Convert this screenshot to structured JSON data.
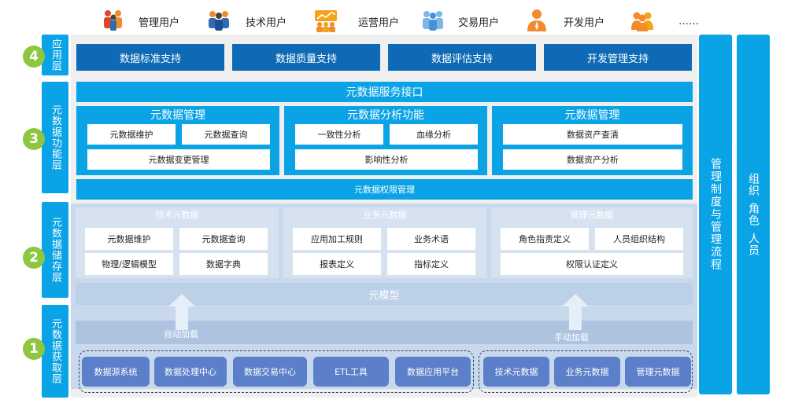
{
  "users": [
    {
      "label": "管理用户",
      "icon": "admin-users-icon"
    },
    {
      "label": "技术用户",
      "icon": "tech-users-icon"
    },
    {
      "label": "运营用户",
      "icon": "operations-users-icon"
    },
    {
      "label": "交易用户",
      "icon": "trading-users-icon"
    },
    {
      "label": "开发用户",
      "icon": "developer-users-icon"
    },
    {
      "label": "",
      "icon": "more-users-icon"
    }
  ],
  "users_more": "……",
  "layers": {
    "app": {
      "num": "4",
      "label": "应用层"
    },
    "func": {
      "num": "3",
      "label": "元数据功能层"
    },
    "store": {
      "num": "2",
      "label": "元数据储存层"
    },
    "acq": {
      "num": "1",
      "label": "元数据获取层"
    }
  },
  "app_layer": {
    "items": [
      "数据标准支持",
      "数据质量支持",
      "数据评估支持",
      "开发管理支持"
    ]
  },
  "function_layer": {
    "service_interface": "元数据服务接口",
    "groups": [
      {
        "title": "元数据管理",
        "row1": [
          "元数据维护",
          "元数据查询"
        ],
        "row2": "元数据变更管理"
      },
      {
        "title": "元数据分析功能",
        "row1": [
          "一致性分析",
          "血缘分析"
        ],
        "row2": "影响性分析"
      },
      {
        "title": "元数据管理",
        "row1": [
          "数据资产查清"
        ],
        "row2": "数据资产分析"
      }
    ],
    "permission": "元数据权限管理"
  },
  "storage_layer": {
    "groups": [
      {
        "title": "技术元数据",
        "row1": [
          "元数据维护",
          "元数据查询"
        ],
        "row2": [
          "物理/逻辑模型",
          "数据字典"
        ]
      },
      {
        "title": "业务元数据",
        "row1": [
          "应用加工规则",
          "业务术语"
        ],
        "row2": [
          "报表定义",
          "指标定义"
        ]
      },
      {
        "title": "管理元数据",
        "row1": [
          "角色指责定义",
          "人员组织结构"
        ],
        "row2": [
          "权限认证定义"
        ]
      }
    ],
    "model": "元模型"
  },
  "acquisition_layer": {
    "auto_label": "自动加载",
    "manual_label": "手动加载",
    "auto_sources": [
      "数据源系统",
      "数据处理中心",
      "数据交易中心",
      "ETL工具",
      "数据应用平台"
    ],
    "manual_sources": [
      "技术元数据",
      "业务元数据",
      "管理元数据"
    ]
  },
  "sidebars": {
    "mgmt": "管理制度与管理流程",
    "org": [
      "组织",
      "角色",
      "人员"
    ]
  },
  "colors": {
    "dark_blue": "#0e6ab5",
    "cyan": "#0aa3e6",
    "green": "#8dc63f",
    "source_blue": "#5b7fc8"
  }
}
